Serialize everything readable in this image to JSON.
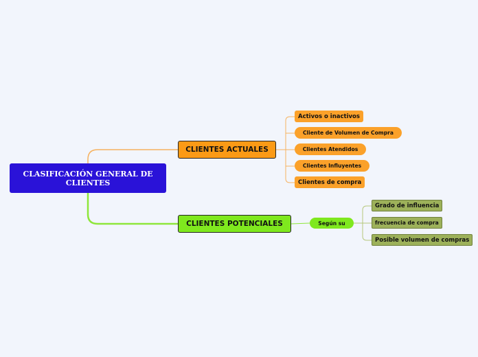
{
  "root": {
    "label": "CLASIFICACIÓN GENERAL DE CLIENTES",
    "color": "#2a12d8"
  },
  "branches": {
    "actuales": {
      "label": "CLIENTES ACTUALES",
      "color": "#fb9a16",
      "connector_color": "#f6b25f",
      "children": [
        "Activos o inactivos",
        "Cliente de Volumen de Compra",
        "Clientes Atendidos",
        "Clientes Influyentes",
        "Clientes de compra"
      ]
    },
    "potenciales": {
      "label": "CLIENTES POTENCIALES",
      "color": "#7fe81e",
      "connector_color": "#8ee63a",
      "sub": {
        "label": "Según su",
        "color": "#7fe81e",
        "children": [
          "Grado de influencia",
          "frecuencia de compra",
          "Posible volumen de compras"
        ],
        "child_color": "#9db15a",
        "connector_color": "#b5c77a"
      }
    }
  }
}
